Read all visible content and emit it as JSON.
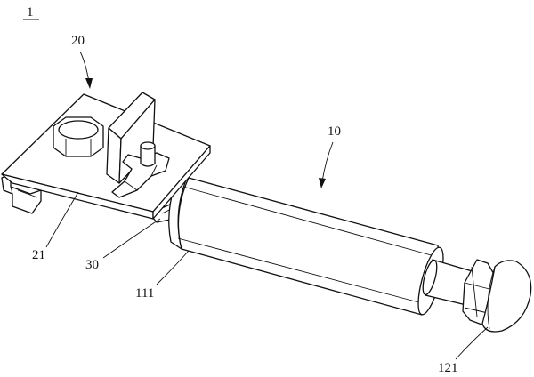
{
  "labels": {
    "assembly": "1",
    "bracket_assembly": "20",
    "plate": "21",
    "rod_assembly": "10",
    "shaft": "30",
    "sleeve": "111",
    "head": "121"
  }
}
